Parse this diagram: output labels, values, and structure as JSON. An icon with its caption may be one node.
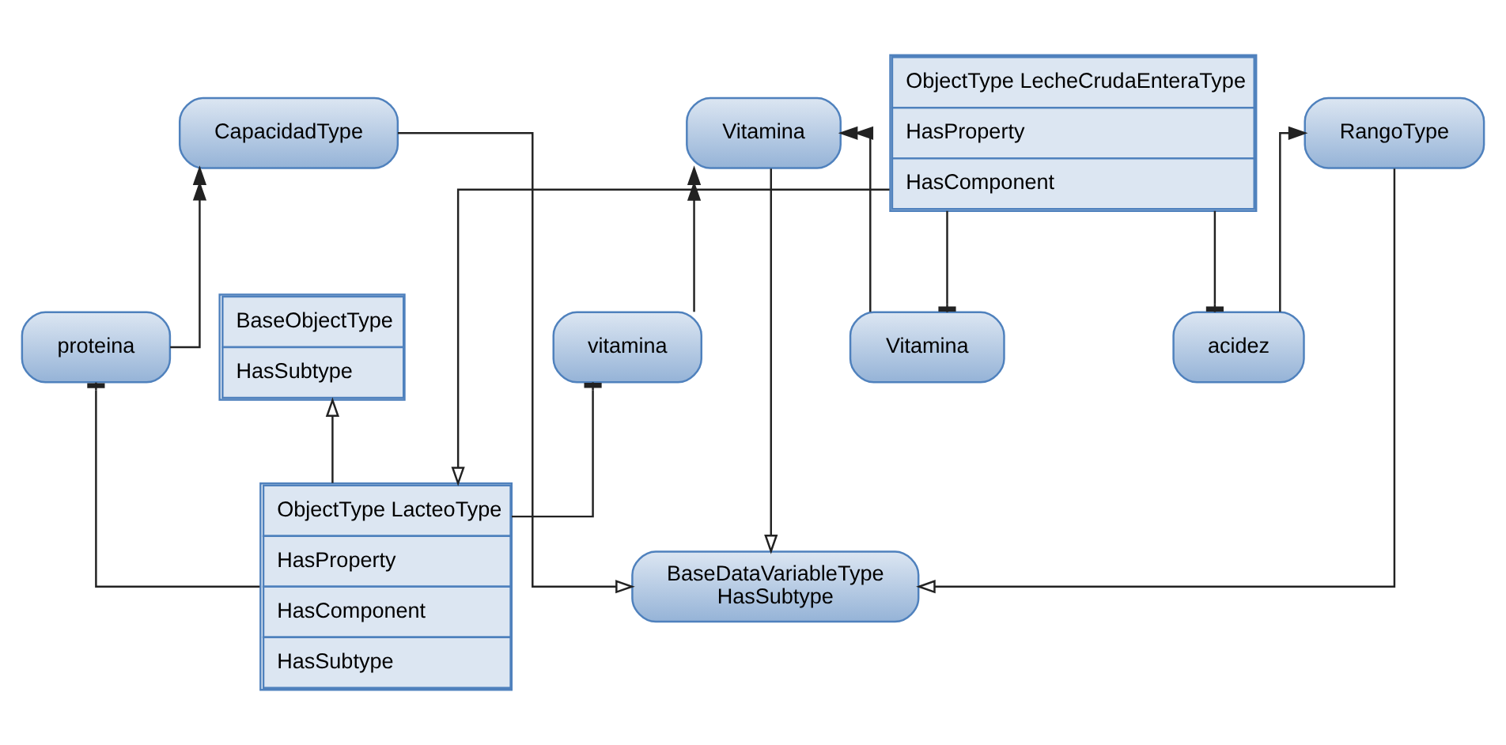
{
  "diagram": {
    "nodes": [
      {
        "text": [
          "BaseObjectType",
          "HasSubtype"
        ]
      },
      {
        "text": [
          "ObjectType LacteoType",
          "HasProperty",
          "HasComponent",
          "HasSubtype"
        ]
      },
      {
        "text": [
          "ObjectType LecheCrudaEnteraType",
          "HasProperty",
          "HasComponent"
        ]
      },
      {
        "text": [
          "BaseDataVariableType",
          "HasSubtype"
        ]
      },
      {
        "text": [
          "Vitamina"
        ]
      },
      {
        "text": [
          "CapacidadType"
        ]
      },
      {
        "text": [
          "RangoType"
        ]
      },
      {
        "text": [
          "vitamina"
        ]
      },
      {
        "text": [
          "proteina"
        ]
      },
      {
        "text": [
          "Vitamina"
        ]
      },
      {
        "text": [
          "acidez"
        ]
      }
    ],
    "edges": [
      {
        "from": 1,
        "to": 0,
        "arrow": "to"
      },
      {
        "from": 2,
        "to": 1,
        "arrow": "to"
      },
      {
        "from": 1,
        "to": 7,
        "arrow": "other"
      },
      {
        "from": 1,
        "to": 8,
        "arrow": "other"
      },
      {
        "from": 2,
        "to": 9,
        "arrow": "other"
      },
      {
        "from": 2,
        "to": 10,
        "arrow": "other"
      },
      {
        "from": 7,
        "to": 4,
        "arrow": "to"
      },
      {
        "from": 9,
        "to": 4,
        "arrow": "to"
      },
      {
        "from": 8,
        "to": 5,
        "arrow": "to"
      },
      {
        "from": 10,
        "to": 6,
        "arrow": "to"
      },
      {
        "from": 4,
        "to": 3,
        "arrow": "to"
      },
      {
        "from": 5,
        "to": 3,
        "arrow": "to"
      },
      {
        "from": 6,
        "to": 3,
        "arrow": "to"
      }
    ]
  }
}
